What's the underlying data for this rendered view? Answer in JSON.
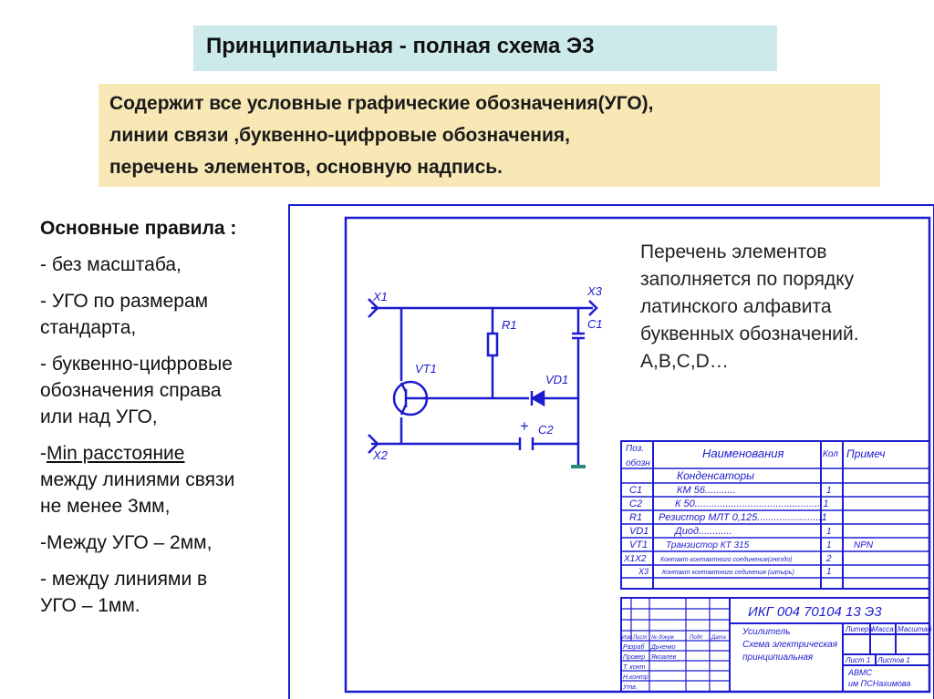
{
  "title": "Принципиальная  - полная схема Э3",
  "description": {
    "line1": "Содержит все условные графические обозначения(УГО),",
    "line2": " линии связи ,буквенно-цифровые обозначения,",
    "line3": "перечень элементов, основную надпись."
  },
  "rules": {
    "heading": "Основные правила :",
    "items": [
      {
        "lines": [
          " - без масштаба,"
        ]
      },
      {
        "lines": [
          " - УГО по размерам",
          "стандарта,"
        ]
      },
      {
        "lines": [
          " - буквенно-цифровые",
          "обозначения справа",
          "или над УГО,"
        ]
      },
      {
        "lines": [
          "-Min расстояние",
          "между линиями связи",
          "не менее 3мм,"
        ]
      },
      {
        "lines": [
          "-Между УГО – 2мм,"
        ]
      },
      {
        "lines": [
          "- между линиями в",
          "УГО – 1мм."
        ]
      }
    ],
    "min_prefix": "-",
    "min_underlined": "Min расстояние"
  },
  "note": {
    "lines": [
      "Перечень элементов",
      "заполняется  по порядку",
      "латинского алфавита",
      "буквенных обозначений.",
      "A,B,C,D…"
    ]
  },
  "schematic": {
    "labels": {
      "x1": "X1",
      "x2": "X2",
      "x3": "X3",
      "r1": "R1",
      "c1": "C1",
      "vt1": "VT1",
      "vd1": "VD1",
      "c2": "C2",
      "plus": "+"
    }
  },
  "parts_list": {
    "headers": {
      "pos": "Поз.",
      "pos2": "обозн",
      "name": "Наименования",
      "qty": "Кол",
      "note": "Примеч"
    },
    "group": "Конденсаторы",
    "rows": [
      {
        "pos": "C1",
        "name": "КМ 56...........",
        "qty": "1",
        "note": ""
      },
      {
        "pos": "C2",
        "name": "К 50..............................................1",
        "qty": "",
        "note": ""
      },
      {
        "pos": "R1",
        "name": "Резистор  МЛТ 0,125.......................1",
        "qty": "",
        "note": ""
      },
      {
        "pos": "VD1",
        "name": "Диод............",
        "qty": "1",
        "note": ""
      },
      {
        "pos": "VT1",
        "name": "Транзистор  КТ 315",
        "qty": "1",
        "note": "NPN"
      },
      {
        "pos": "X1X2",
        "name": "Контакт контактного соединения(гнездо)",
        "qty": "2",
        "note": ""
      },
      {
        "pos": "X3",
        "name": "Контакт контактного сединения (штырь)",
        "qty": "1",
        "note": ""
      }
    ]
  },
  "stamp": {
    "code": "ИКГ  004 70104  13 Э3",
    "title1": "Усилитель",
    "title2": "Схема электрическая",
    "title3": "принципиальная",
    "liter": "Литера",
    "mass": "Масса",
    "scale": "Масштаб",
    "sheet": "Лист 1",
    "sheets": "Листов 1",
    "org1": "АВМС",
    "org2": "им ПСНахимова",
    "r_izm": "Изм",
    "r_list": "Лист",
    "r_ndok": "№ докум",
    "r_podp": "Подп",
    "r_data": "Дата",
    "p1": "Разраб",
    "p1n": "Дьченко",
    "p2": "Провер",
    "p2n": "Якоалев",
    "p3": "Т. конт",
    "p4": "Н.контр",
    "p5": "Утв."
  },
  "colors": {
    "line": "#1b1bd0",
    "title_bg": "#cdeaea",
    "desc_bg": "#f8e8b6",
    "ground": "#2a8a7a"
  }
}
